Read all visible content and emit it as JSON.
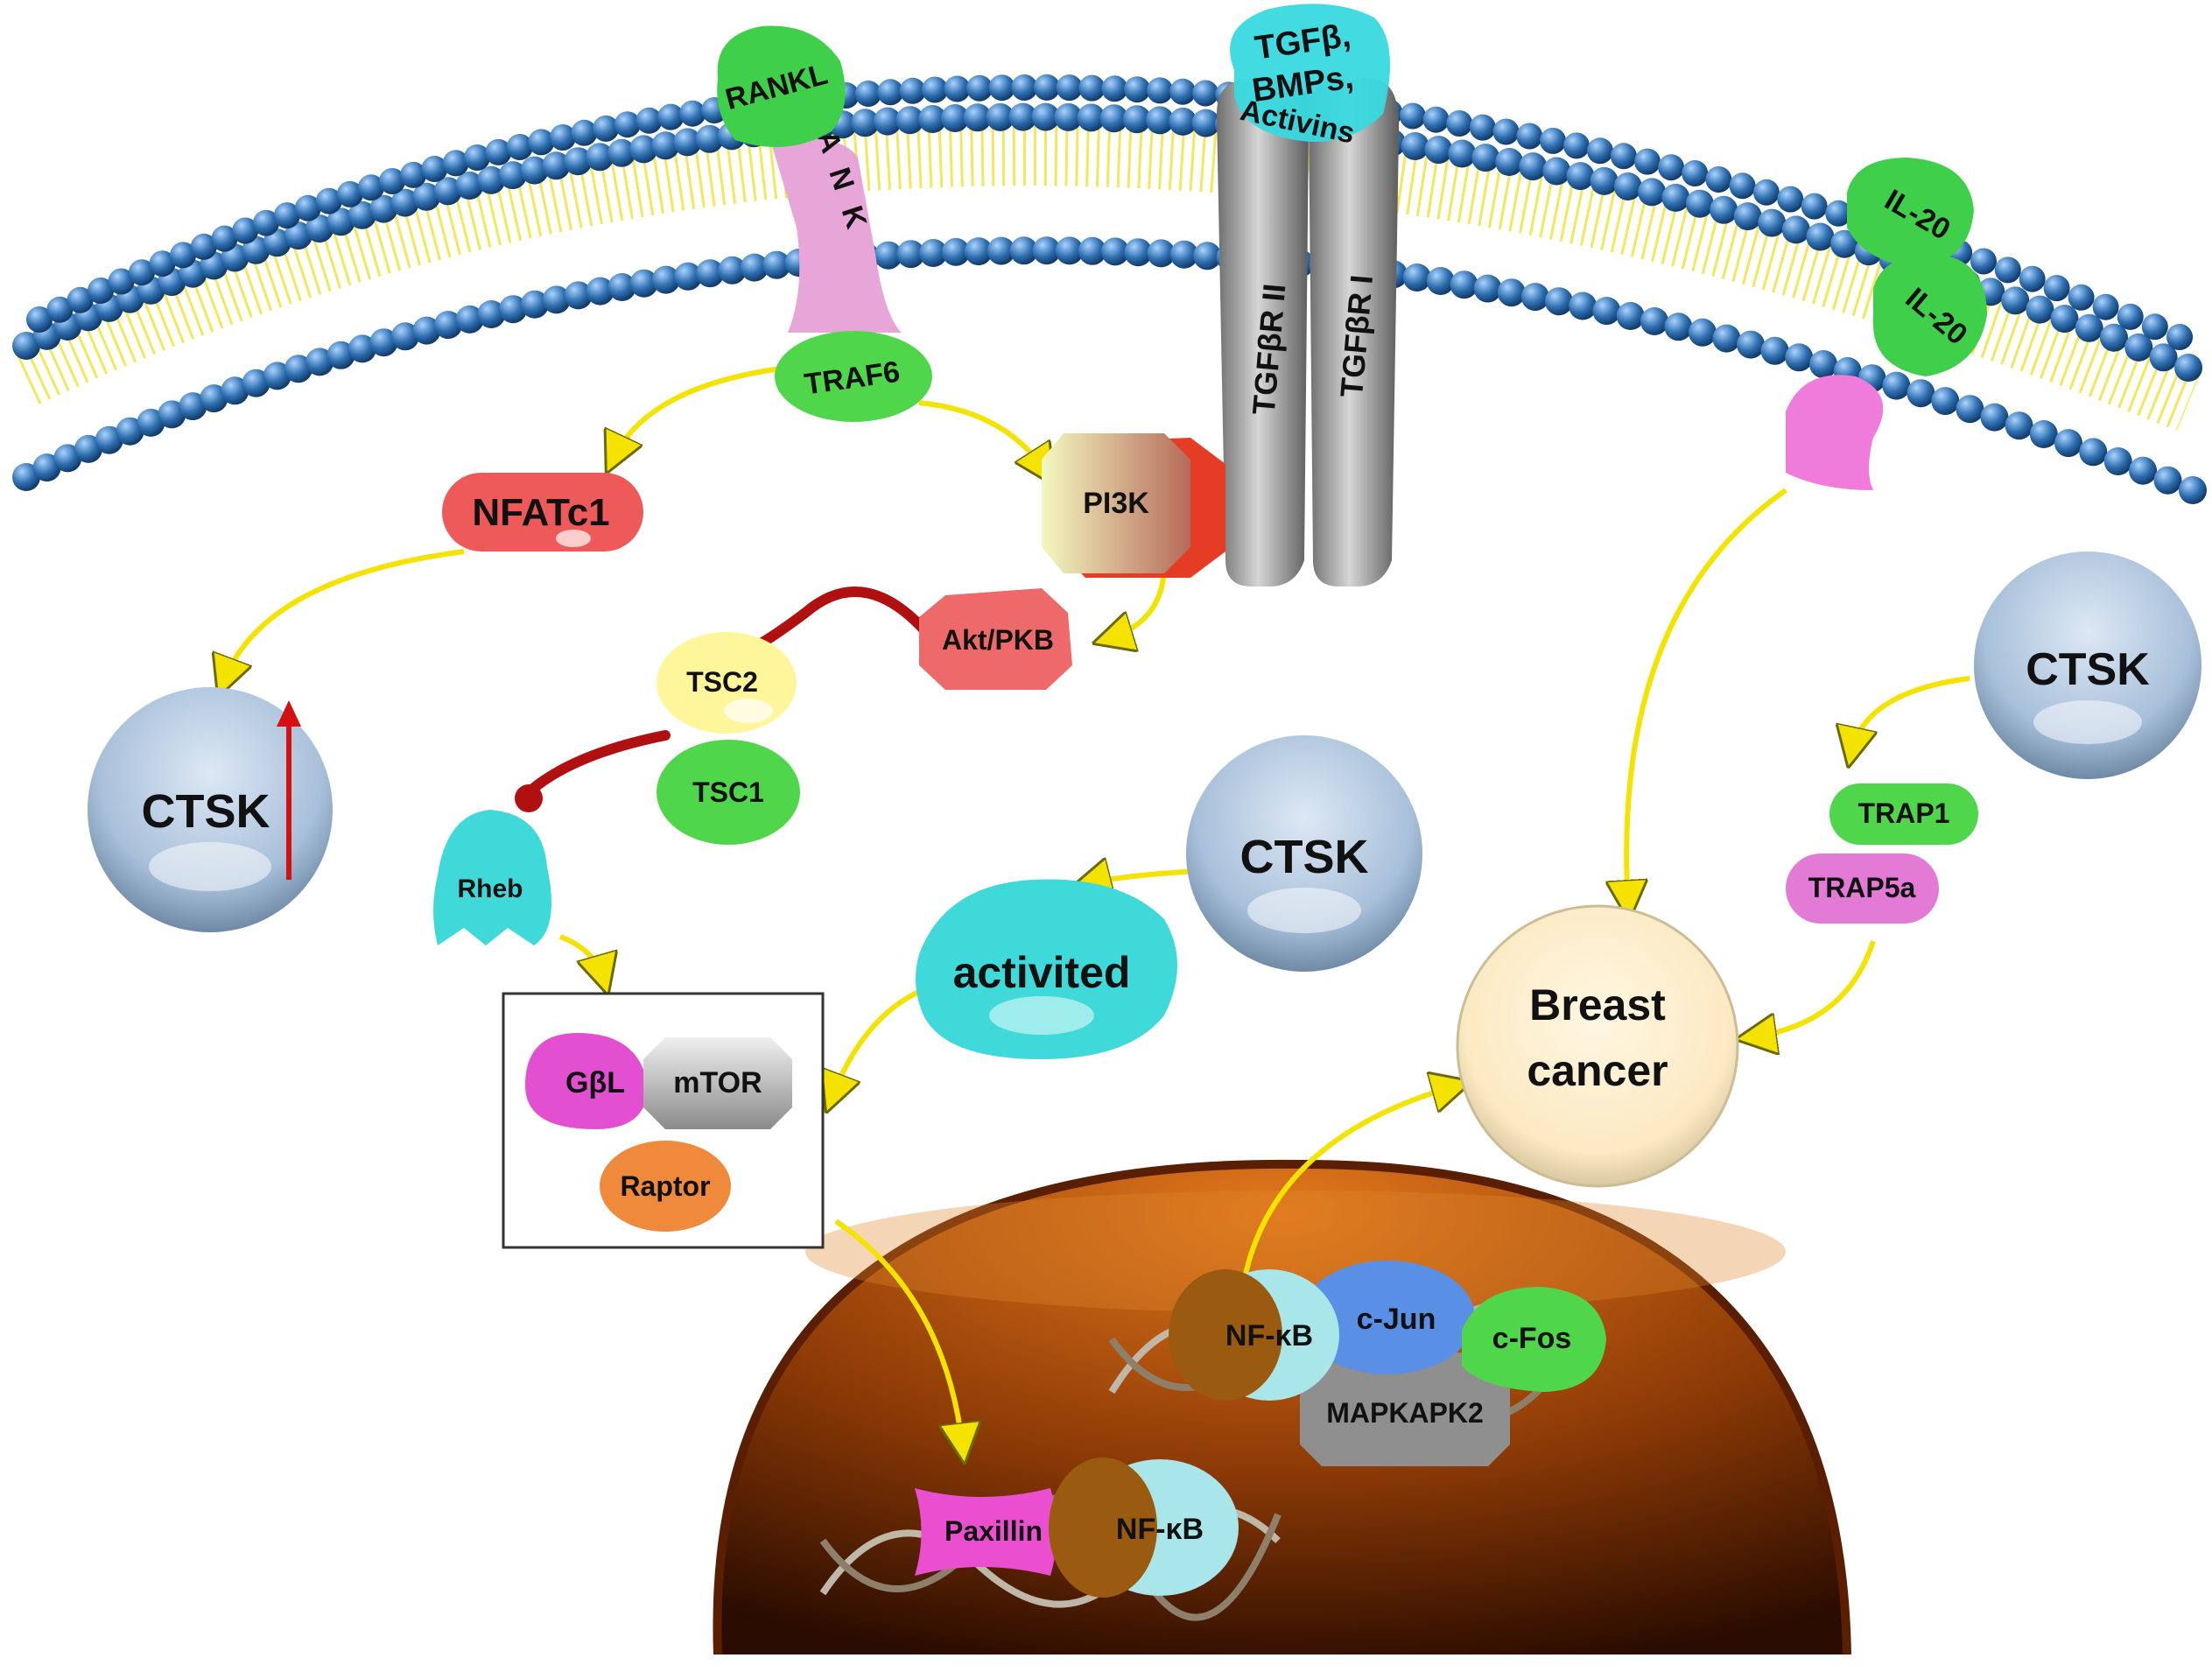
{
  "labels": {
    "rankl": "RANKL",
    "rank": "R A N K",
    "traf6": "TRAF6",
    "tgfb": "TGFβ,",
    "bmps": "BMPs,",
    "activins": "Activins",
    "tgfbr2": "TGFβR II",
    "tgfbr1": "TGFβR I",
    "il20a": "IL-20",
    "il20b": "IL-20",
    "nfatc1": "NFATc1",
    "pi3k": "PI3K",
    "akt": "Akt/PKB",
    "tsc2": "TSC2",
    "tsc1": "TSC1",
    "rheb": "Rheb",
    "ctsk_left": "CTSK",
    "ctsk_mid": "CTSK",
    "ctsk_right": "CTSK",
    "activited": "activited",
    "gbl": "GβL",
    "mtor": "mTOR",
    "raptor": "Raptor",
    "trap1": "TRAP1",
    "trap5a": "TRAP5a",
    "breast": "Breast",
    "cancer": "cancer",
    "nfkb_top": "NF-κB",
    "cjun": "c-Jun",
    "cfos": "c-Fos",
    "mapkapk2": "MAPKAPK2",
    "paxillin": "Paxillin",
    "nfkb_bottom": "NF-κB"
  },
  "colors": {
    "membrane_head": "#2f6fb0",
    "membrane_tail": "#f2e64a",
    "arrow": "#f4e300",
    "inhibit": "#b01010",
    "nucleus": "#b24a08"
  }
}
